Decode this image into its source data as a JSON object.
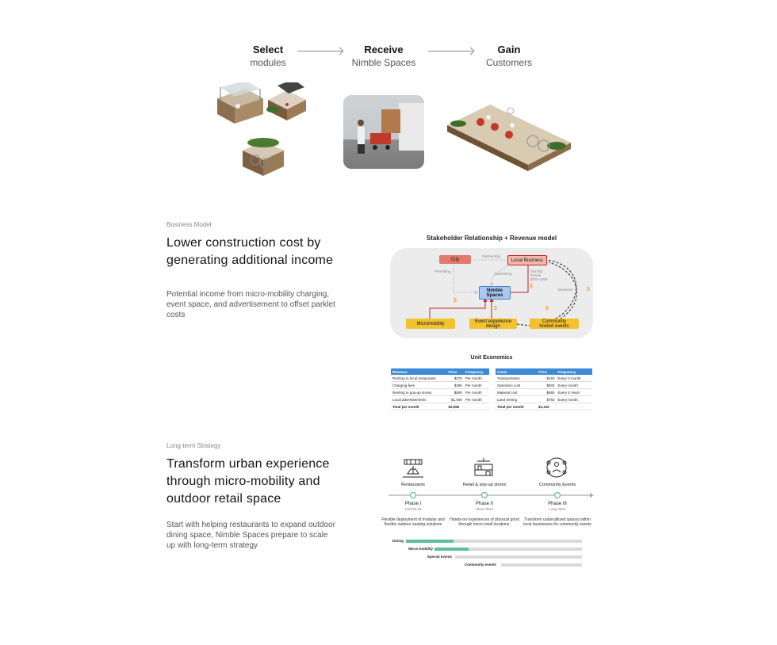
{
  "flow": {
    "steps": [
      {
        "bold": "Select",
        "light": "modules"
      },
      {
        "bold": "Receive",
        "light": "Nimble Spaces"
      },
      {
        "bold": "Gain",
        "light": "Customers"
      }
    ]
  },
  "business_model": {
    "eyebrow": "Business Model",
    "headline_line1": "Lower construction cost by",
    "headline_line2": "generating additional income",
    "body": "Potential income from micro-mobility charging, event space, and advertisement to offset parklet costs"
  },
  "stakeholder": {
    "title": "Stakeholder Relationship + Revenue model",
    "nodes": {
      "city": "City",
      "local_business": "Local Business",
      "nimble": "Nimble Spaces",
      "micromobility": "Micromobility",
      "event": "Event experience design",
      "community": "Community hosted events"
    },
    "labels": {
      "partnership": "Partnership",
      "permitting": "Permitting",
      "advertising": "Advertising",
      "monthly_rental": "Monthly Rental",
      "rental_range": "$375-1000",
      "business": "Business"
    },
    "dollar": "$",
    "colors": {
      "city": "#e07a6a",
      "local_business": "#f2b8b0",
      "nimble": "#a9c8f2",
      "yellow": "#f2c230",
      "arrow_red": "#c0252a",
      "arrow_blue": "#8fb8e8"
    }
  },
  "unit_economics": {
    "title": "Unit Economics",
    "revenue": {
      "headers": [
        "Revenue",
        "Price",
        "Frequency"
      ],
      "rows": [
        [
          "Renting to local restaurants",
          "$375",
          "Per month"
        ],
        [
          "Charging fees",
          "$390",
          "Per month"
        ],
        [
          "Renting to pop-up stores",
          "$800",
          "Per month"
        ],
        [
          "Local advertisements",
          "$1,000",
          "Per month"
        ]
      ],
      "total": [
        "Total per month",
        "$2,565",
        ""
      ]
    },
    "costs": {
      "headers": [
        "Costs",
        "Price",
        "Frequency"
      ],
      "rows": [
        [
          "Transportation",
          "$150",
          "Every 3 month"
        ],
        [
          "Operation cost",
          "$500",
          "Every month"
        ],
        [
          "Material cost",
          "$650",
          "Every 5 Years"
        ],
        [
          "Land renting",
          "$750",
          "Every month"
        ]
      ],
      "total": [
        "Total per month",
        "$1,310",
        ""
      ]
    }
  },
  "long_term": {
    "eyebrow": "Long-term Strategy",
    "headline_line1": "Transform urban experience",
    "headline_line2": "through micro-mobility and",
    "headline_line3": "outdoor retail space",
    "body": "Start with helping restaurants to expand outdoor dining space, Nimble Spaces prepare to scale up with long-term strategy"
  },
  "timeline": {
    "categories": [
      "Restaurants",
      "Retail & pop-up stores",
      "Community Events"
    ],
    "phases": [
      {
        "name": "Phase I",
        "sub": "COVID-19",
        "desc": "Flexible deployment of modular and flexible outdoor seating solutions"
      },
      {
        "name": "Phase II",
        "sub": "Short Term",
        "desc": "Hands-on experiences of physical good through micro retail locations."
      },
      {
        "name": "Phase III",
        "sub": "Long Term",
        "desc": "Transform underutilized spaces within local businesses for community events"
      }
    ],
    "bars": [
      {
        "label": "Dining",
        "fill": 0.27
      },
      {
        "label": "Micro-mobility",
        "fill": 0.23
      },
      {
        "label": "Special events",
        "fill": 0
      },
      {
        "label": "Community events",
        "fill": 0
      }
    ],
    "colors": {
      "fill": "#5bbf9c",
      "track": "#d9d9d9",
      "node": "#5bbf9c"
    }
  }
}
